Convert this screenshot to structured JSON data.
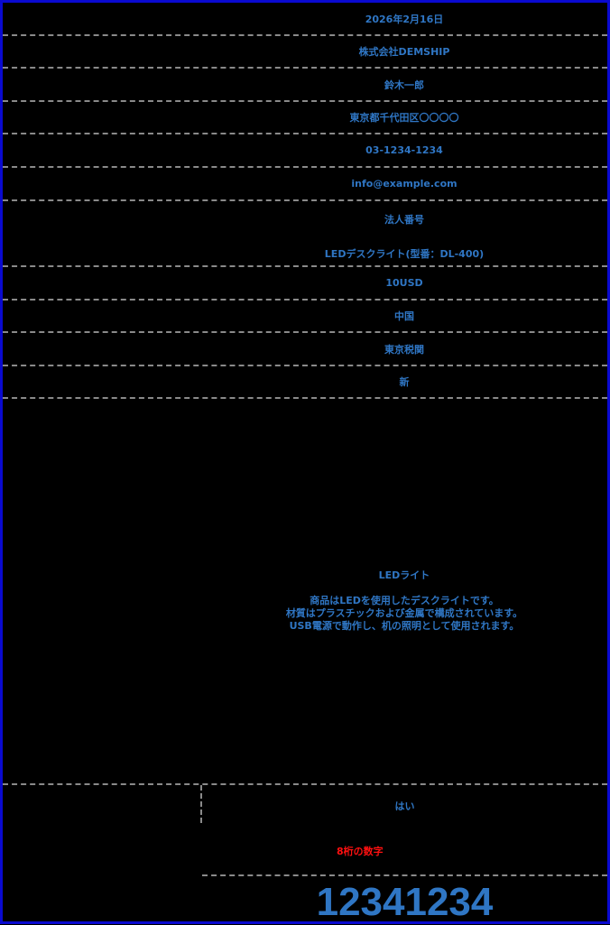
{
  "form": {
    "rows": [
      {
        "value": "2026年2月16日"
      },
      {
        "value": "株式会社DEMSHIP"
      },
      {
        "value": "鈴木一郎"
      },
      {
        "value": "東京都千代田区〇〇〇〇"
      },
      {
        "value": "03-1234-1234"
      },
      {
        "value": "info@example.com"
      },
      {
        "value_top": "法人番号",
        "value_bottom": "LEDデスクライト(型番：DL-400)"
      },
      {
        "value": "10USD"
      },
      {
        "value": "中国"
      },
      {
        "value": "東京税関"
      },
      {
        "value": "新"
      }
    ],
    "description": {
      "title": "LEDライト",
      "lines": [
        "商品はLEDを使用したデスクライトです。",
        "材質はプラスチックおよび金属で構成されています。",
        "USB電源で動作し、机の照明として使用されます。"
      ]
    },
    "answer": "はい",
    "hint": "8桁の数字",
    "number": "12341234"
  },
  "colors": {
    "frame": "#0a0ad0",
    "text": "#2f76c4",
    "hint": "#ff1010",
    "divider": "#8a8a8a",
    "background": "#000000"
  }
}
